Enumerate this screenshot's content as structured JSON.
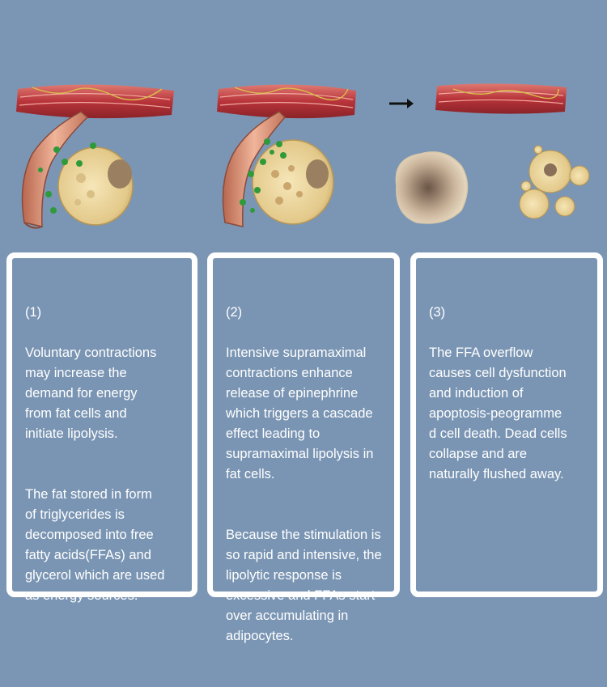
{
  "panels": [
    {
      "number": "(1)",
      "paragraphs": [
        "Voluntary contractions\nmay increase the\ndemand for energy\nfrom fat cells and\ninitiate lipolysis.",
        "The fat stored in form\nof triglycerides is\ndecomposed into free\nfatty acids(FFAs) and\nglycerol which are used\nas energy sources."
      ]
    },
    {
      "number": "(2)",
      "paragraphs": [
        "Intensive supramaximal\ncontractions enhance\nrelease of epinephrine\nwhich triggers a cascade\neffect leading to\nsupramaximal lipolysis in\nfat cells.",
        "Because the stimulation is\nso rapid and intensive, the\nlipolytic response is\nexcessive and FFAs start\nover accumulating in\nadipocytes."
      ]
    },
    {
      "number": "(3)",
      "paragraphs": [
        "The FFA overflow\ncauses cell dysfunction\nand induction of\napoptosis-peogramme\nd cell death. Dead cells\ncollapse and are\nnaturally flushed away."
      ]
    }
  ],
  "colors": {
    "background": "#7b96b4",
    "panel_border": "#ffffff",
    "muscle": "#b8343a",
    "fat_cell": "#e8d49a",
    "ffa_dot": "#2f9a3a",
    "vessel": "#d9947a"
  },
  "icons": [
    "muscle-fiber-icon",
    "blood-vessel-icon",
    "fat-cell-icon",
    "arrow-right-icon",
    "dead-fat-cell-icon"
  ]
}
